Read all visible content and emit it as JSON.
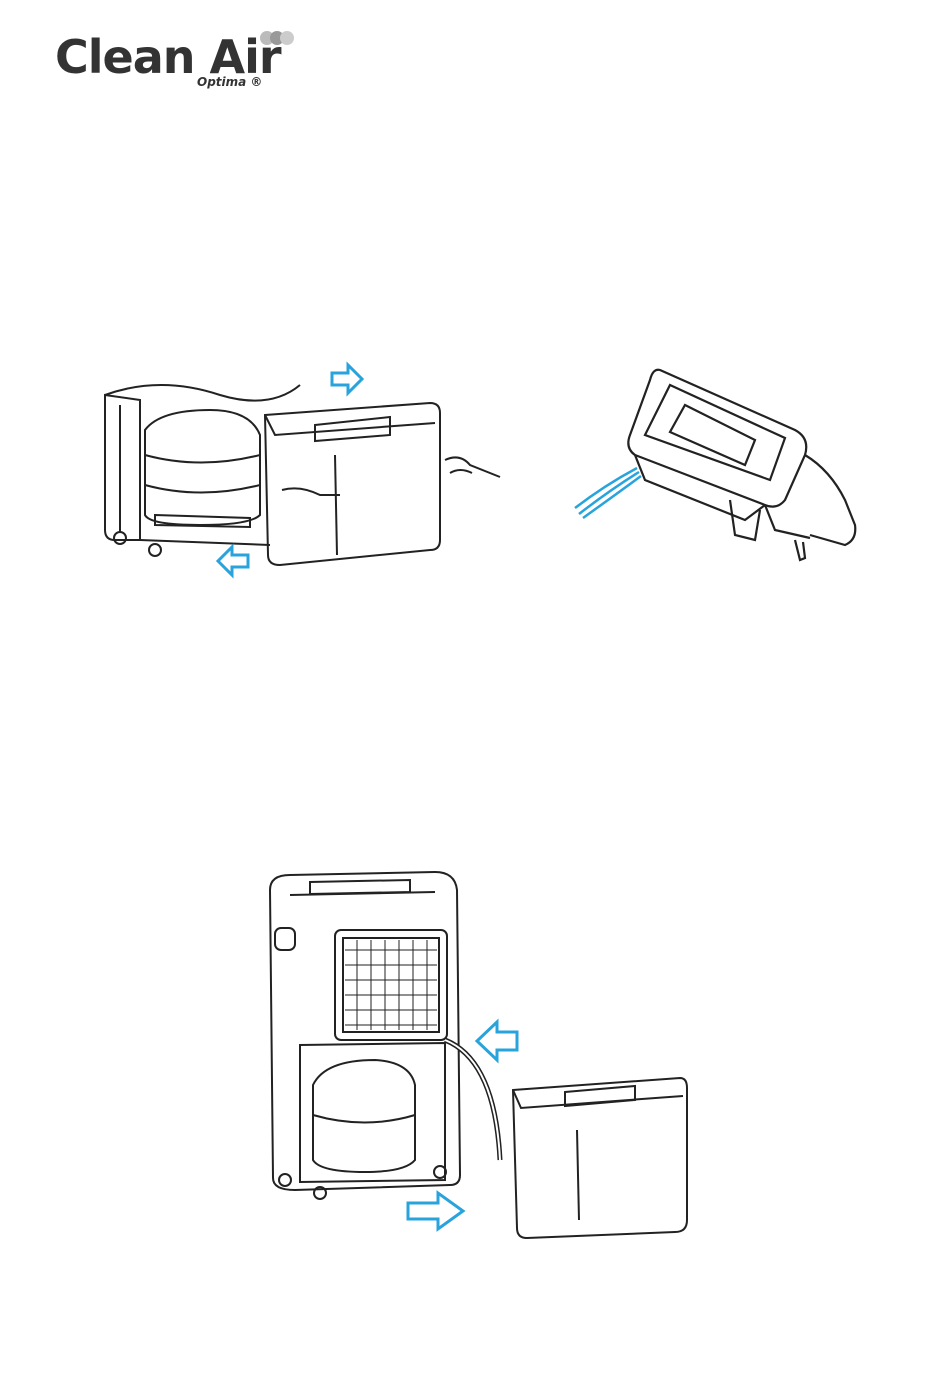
{
  "brand": {
    "name": "Clean Air",
    "sub": "Optima ®",
    "colors": {
      "text": "#333333",
      "dot_light": "#bbbbbb",
      "dot_dark": "#777777"
    }
  },
  "figures": [
    {
      "id": "fig-remove-tank",
      "depicts": "dehumidifier-tank-removal"
    },
    {
      "id": "fig-tank-cover",
      "depicts": "tank-cover-with-float"
    },
    {
      "id": "fig-drain-hose",
      "depicts": "continuous-drain-hose-connection"
    }
  ],
  "accent_arrow_color": "#29a3dc"
}
